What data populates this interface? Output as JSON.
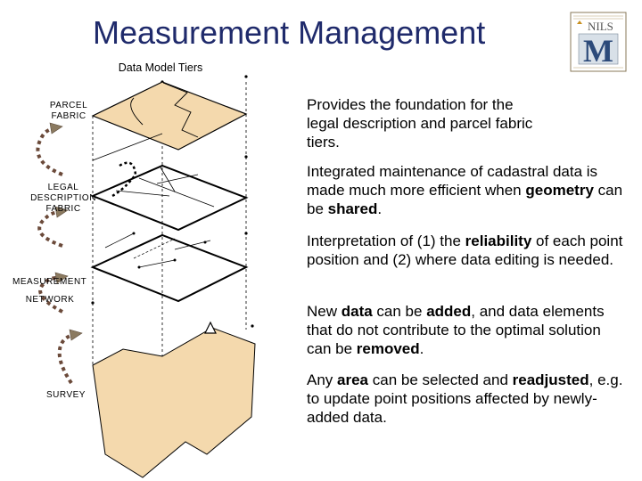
{
  "title": "Measurement Management",
  "logo": {
    "text": "NILS",
    "letter": "M"
  },
  "diagram": {
    "heading": "Data Model Tiers",
    "tiers": {
      "parcel": [
        "PARCEL",
        "FABRIC"
      ],
      "legal": [
        "LEGAL",
        "DESCRIPTION",
        "FABRIC"
      ],
      "measurement": "MEASUREMENT",
      "network": "NETWORK",
      "survey": "SURVEY"
    }
  },
  "descriptions": [
    {
      "segments": [
        {
          "t": "Provides the foundation for the legal description and parcel fabric tiers."
        }
      ]
    },
    {
      "segments": [
        {
          "t": "Integrated maintenance of cadastral data is made much more efficient when "
        },
        {
          "t": "geometry",
          "b": true
        },
        {
          "t": " can be "
        },
        {
          "t": "shared",
          "b": true
        },
        {
          "t": "."
        }
      ]
    },
    {
      "segments": [
        {
          "t": "Interpretation of (1) the "
        },
        {
          "t": "reliability",
          "b": true
        },
        {
          "t": " of each point position and (2) where data editing is needed."
        }
      ]
    },
    {
      "segments": [
        {
          "t": "New "
        },
        {
          "t": "data",
          "b": true
        },
        {
          "t": " can be "
        },
        {
          "t": "added",
          "b": true
        },
        {
          "t": ", and data elements that do not contribute to the optimal solution can be "
        },
        {
          "t": "removed",
          "b": true
        },
        {
          "t": "."
        }
      ]
    },
    {
      "segments": [
        {
          "t": "Any "
        },
        {
          "t": "area",
          "b": true
        },
        {
          "t": " can be selected and "
        },
        {
          "t": "readjusted",
          "b": true
        },
        {
          "t": ", e.g. to update point positions affected by newly-added data."
        }
      ]
    }
  ]
}
